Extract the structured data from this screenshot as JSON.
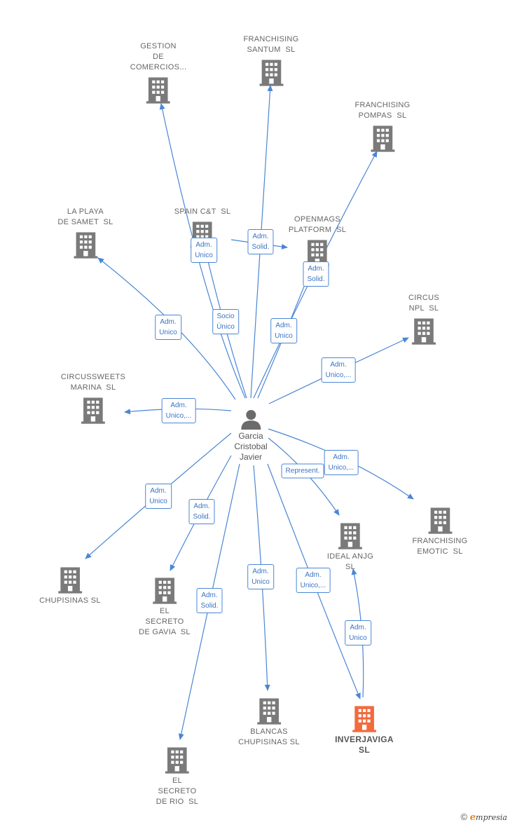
{
  "person": {
    "name": "Garcia\nCristobal\nJavier"
  },
  "companies": [
    {
      "id": "gestion",
      "label": "GESTION\nDE\nCOMERCIOS..."
    },
    {
      "id": "santum",
      "label": "FRANCHISING\nSANTUM  SL"
    },
    {
      "id": "pompas",
      "label": "FRANCHISING\nPOMPAS  SL"
    },
    {
      "id": "playa",
      "label": "LA PLAYA\nDE SAMET  SL"
    },
    {
      "id": "spain",
      "label": "SPAIN C&T  SL"
    },
    {
      "id": "openmags",
      "label": "OPENMAGS\nPLATFORM  SL"
    },
    {
      "id": "circus",
      "label": "CIRCUS\nNPL  SL"
    },
    {
      "id": "circussweets",
      "label": "CIRCUSSWEETS\nMARINA  SL"
    },
    {
      "id": "emotic",
      "label": "FRANCHISING\nEMOTIC  SL"
    },
    {
      "id": "ideal",
      "label": "IDEAL ANJG\nSL"
    },
    {
      "id": "chupisinas",
      "label": "CHUPISINAS SL"
    },
    {
      "id": "gavia",
      "label": "EL\nSECRETO\nDE GAVIA  SL"
    },
    {
      "id": "blancas",
      "label": "BLANCAS\nCHUPISINAS SL"
    },
    {
      "id": "inverjaviga",
      "label": "INVERJAVIGA\nSL"
    },
    {
      "id": "rio",
      "label": "EL\nSECRETO\nDE RIO  SL"
    }
  ],
  "relations": [
    {
      "id": "r-gestion",
      "label": "Adm.\nUnico"
    },
    {
      "id": "r-spain",
      "label": "Socio\nÚnico"
    },
    {
      "id": "r-santum",
      "label": "Adm.\nSolid."
    },
    {
      "id": "r-pompas",
      "label": "Adm.\nSolid."
    },
    {
      "id": "r-openmags",
      "label": "Adm.\nUnico"
    },
    {
      "id": "r-playa",
      "label": "Adm.\nUnico"
    },
    {
      "id": "r-circus",
      "label": "Adm.\nUnico,..."
    },
    {
      "id": "r-circussweets",
      "label": "Adm.\nUnico,..."
    },
    {
      "id": "r-emotic",
      "label": "Adm.\nUnico,..."
    },
    {
      "id": "r-ideal",
      "label": "Represent."
    },
    {
      "id": "r-chupisinas",
      "label": "Adm.\nUnico"
    },
    {
      "id": "r-gavia",
      "label": "Adm.\nSolid."
    },
    {
      "id": "r-rio",
      "label": "Adm.\nSolid."
    },
    {
      "id": "r-blancas",
      "label": "Adm.\nUnico"
    },
    {
      "id": "r-inverjaviga",
      "label": "Adm.\nUnico,..."
    },
    {
      "id": "r-inverjaviga-ideal",
      "label": "Adm.\nUnico"
    }
  ],
  "colors": {
    "edge": "#4a86d4",
    "building": "#7a7a7a",
    "target": "#f26a3d",
    "person": "#6b6b6b"
  },
  "brand": {
    "copyright": "©",
    "initial": "e",
    "rest": "mpresia"
  }
}
